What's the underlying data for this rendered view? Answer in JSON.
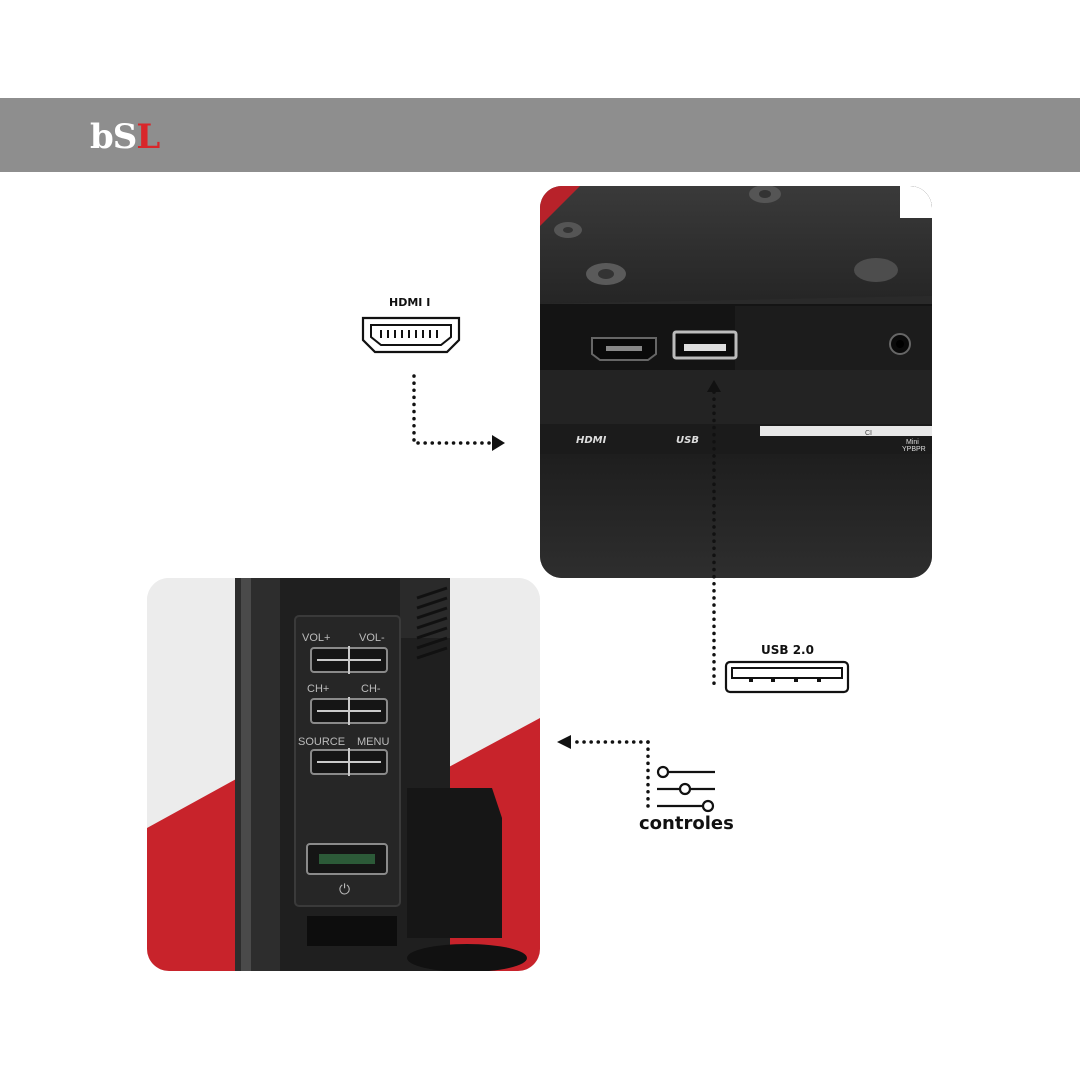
{
  "header": {
    "logo": {
      "part1": "bS",
      "part2": "L"
    },
    "colors": {
      "banner": "#8e8e8e",
      "logo_white": "#ffffff",
      "logo_red": "#d9262a"
    }
  },
  "callouts": {
    "hdmi": {
      "label": "HDMI I",
      "icon": "hdmi-port-icon"
    },
    "usb": {
      "label": "USB 2.0",
      "icon": "usb-port-icon"
    },
    "controls": {
      "label": "controles",
      "icon": "sliders-icon"
    }
  },
  "photo_top": {
    "port_labels": {
      "hdmi": "HDMI",
      "usb": "USB",
      "ci": "CI",
      "mini": "Mini",
      "ypbpr": "YPBPR"
    }
  },
  "photo_bottom": {
    "button_labels": {
      "vol_plus": "VOL+",
      "vol_minus": "VOL-",
      "ch_plus": "CH+",
      "ch_minus": "CH-",
      "source": "SOURCE",
      "menu": "MENU",
      "power": "⏻"
    }
  }
}
